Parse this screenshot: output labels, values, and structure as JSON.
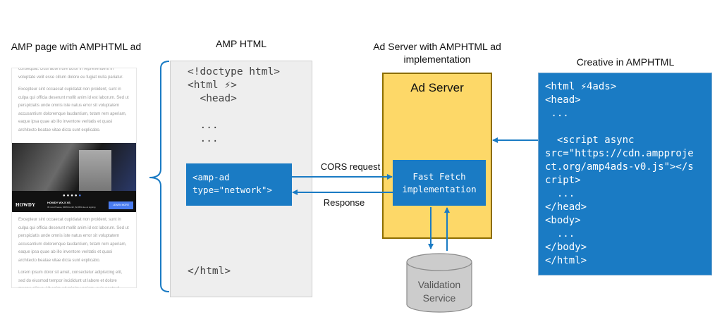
{
  "titles": {
    "amp_page": "AMP page with AMPHTML ad",
    "amp_html": "AMP HTML",
    "ad_server_line1": "Ad Server with AMPHTML ad",
    "ad_server_line2": "implementation",
    "creative": "Creative in AMPHTML"
  },
  "amp_page": {
    "paragraphs": [
      "consequat. Duis aute irure dolor in reprehenderit in voluptate velit esse cillum dolore eu fugiat nulla pariatur.",
      "Excepteur sint occaecat cupidatat non proident, sunt in culpa qui officia deserunt mollit anim id est laborum. Sed ut perspiciatis unde omnis iste natus error sit voluptatem accusantium doloremque laudantium, totam rem aperiam, eaque ipsa quae ab illo inventore veritatis et quasi architecto beatae vitae dicta sunt explicabo.",
      "Excepteur sint occaecat cupidatat non proident, sunt in culpa qui officia deserunt mollit anim id est laborum. Sed ut perspiciatis unde omnis iste natus error sit voluptatem accusantium doloremque laudantium, totam rem aperiam, eaque ipsa quae ab illo inventore veritatis et quasi architecto beatae vitae dicta sunt explicabo.",
      "Lorem ipsum dolor sit amet, consectetur adipisicing elit, sed do eiusmod tempor incididunt ut labore et dolore magna aliqua. Ut enim ad minim veniam, quis nostrud"
    ],
    "ad": {
      "brand": "HOWDY",
      "headline": "HOWDY WX-5 XS",
      "subline": "36 month lease, $189/month, $2,999 due at signing",
      "cta": "LEARN MORE"
    }
  },
  "amp_html": {
    "lines_top": [
      "<!doctype html>",
      "<html ⚡>",
      "  <head>",
      "",
      "  ...",
      "  ..."
    ],
    "amp_ad": "<amp-ad\ntype=\"network\">",
    "closing": "</html>"
  },
  "arrows": {
    "request": "CORS request",
    "response": "Response"
  },
  "ad_server": {
    "title": "Ad Server",
    "fast_fetch": "Fast Fetch\nimplementation"
  },
  "validation": "Validation\nService",
  "creative_code": "<html ⚡4ads>\n<head>\n ...\n\n  <script async\nsrc=\"https://cdn.ampproje\nct.org/amp4ads-v0.js\"></s\ncript>\n  ...\n</head>\n<body>\n  ...\n</body>\n</html>",
  "colors": {
    "blue": "#1a7bc4",
    "yellow": "#fdd868",
    "gray": "#eeeeee",
    "cylinder": "#cccccc"
  }
}
